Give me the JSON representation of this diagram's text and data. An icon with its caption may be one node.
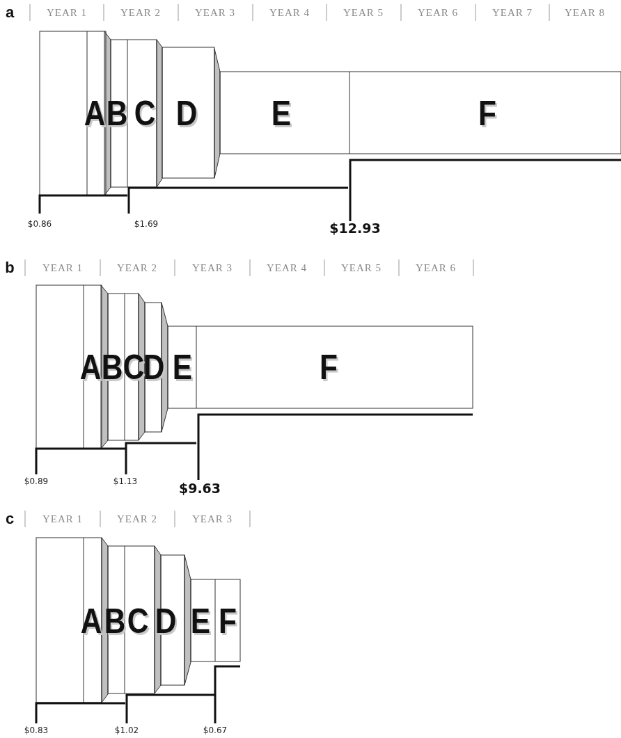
{
  "diagram": {
    "labels": [
      "a",
      "YEAR 1",
      "YEAR 2",
      "YEAR 3",
      "YEAR 4",
      "YEAR 5",
      "YEAR 6",
      "YEAR 7",
      "YEAR 8",
      "A",
      "B",
      "C",
      "D",
      "E",
      "F",
      "$0.86",
      "$1.69",
      "$12.93",
      "b",
      "YEAR 1",
      "YEAR 2",
      "YEAR 3",
      "YEAR 4",
      "YEAR 5",
      "YEAR 6",
      "A",
      "B",
      "C",
      "D",
      "E",
      "F",
      "$0.89",
      "$1.13",
      "$9.63",
      "c",
      "YEAR 1",
      "YEAR 2",
      "YEAR 3",
      "A",
      "B",
      "C",
      "D",
      "E",
      "F",
      "$0.83",
      "$1.02",
      "$0.67"
    ]
  }
}
